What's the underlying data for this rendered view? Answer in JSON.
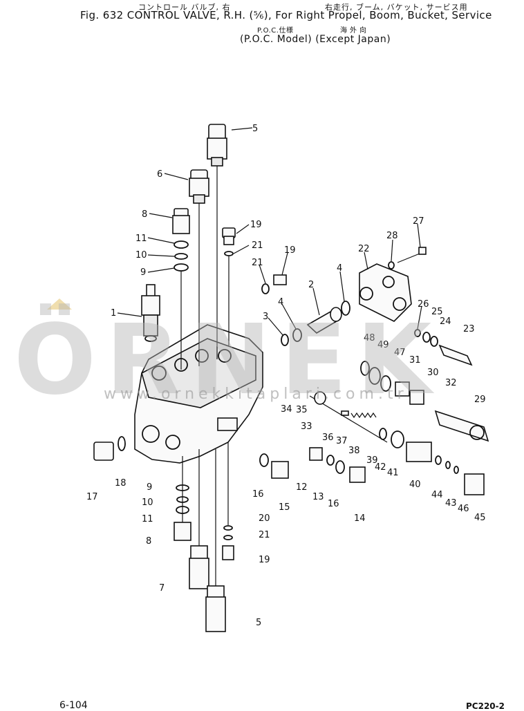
{
  "header": {
    "jp_line1_left": "コントロール バルブ, 右",
    "jp_line1_right": "右走行, ブーム, バケット, サービス用",
    "figure_title": "Fig. 632  CONTROL VALVE, R.H. (⅚), For Right Propel, Boom, Bucket, Service",
    "jp_line2_left": "P.O.C.仕様",
    "jp_line2_right": "海外向",
    "model_note": "(P.O.C. Model) (Except Japan)"
  },
  "watermark": {
    "letters": "ÖRNEK",
    "site": "www.ornekkitaplari.com.tr"
  },
  "callouts": [
    "5",
    "6",
    "8",
    "11",
    "10",
    "9",
    "1",
    "19",
    "21",
    "21",
    "19",
    "22",
    "28",
    "27",
    "2",
    "4",
    "4",
    "3",
    "26",
    "25",
    "24",
    "23",
    "48",
    "49",
    "47",
    "31",
    "30",
    "32",
    "29",
    "34",
    "35",
    "33",
    "36",
    "37",
    "38",
    "39",
    "42",
    "41",
    "12",
    "13",
    "16",
    "14",
    "40",
    "44",
    "43",
    "46",
    "45",
    "17",
    "18",
    "16",
    "15",
    "9",
    "10",
    "11",
    "8",
    "7",
    "20",
    "21",
    "19",
    "5"
  ],
  "footer": {
    "page_number": "6-104",
    "machine_model": "PC220-2"
  },
  "colors": {
    "ink": "#111111",
    "watermark": "#b4b4b4"
  }
}
